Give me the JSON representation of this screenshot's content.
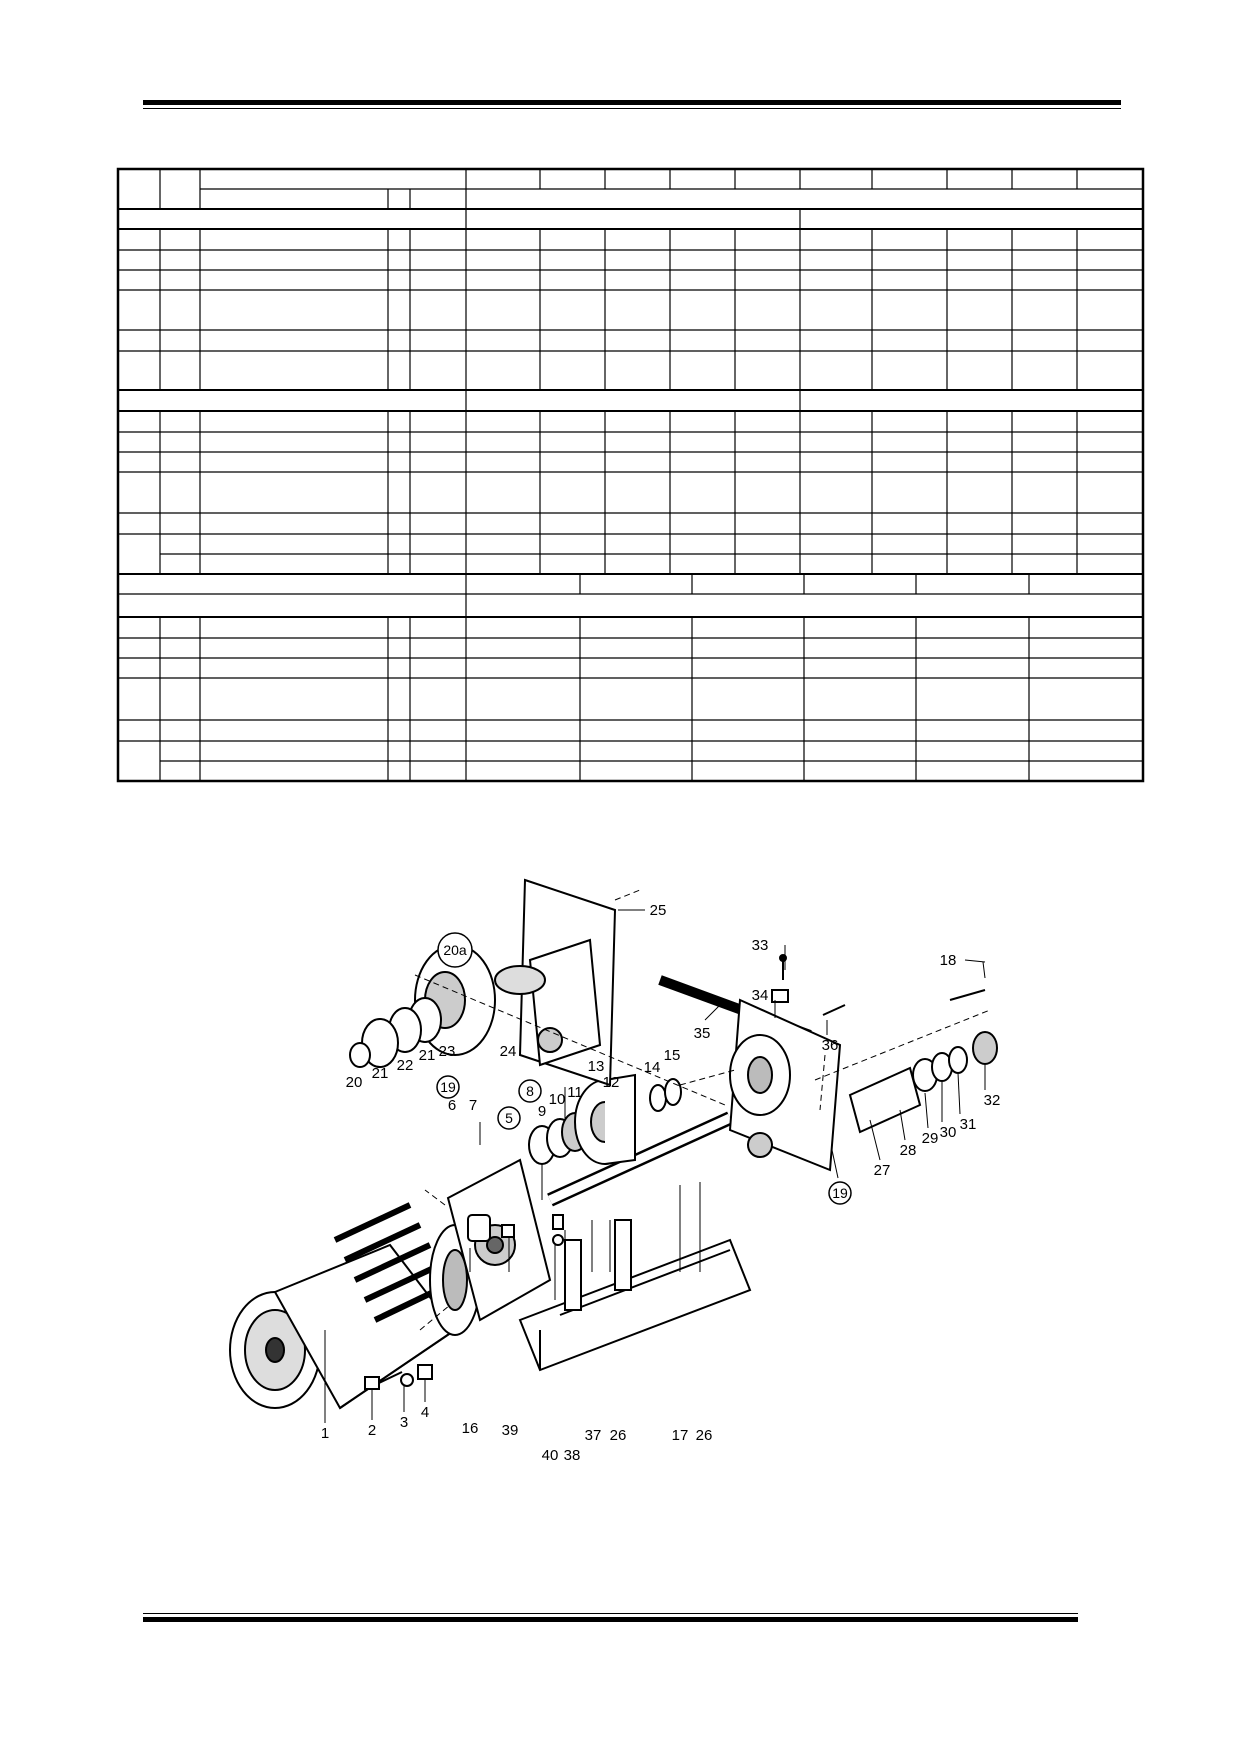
{
  "diagram": {
    "callouts": [
      {
        "id": "c1",
        "label": "1"
      },
      {
        "id": "c2",
        "label": "2"
      },
      {
        "id": "c3",
        "label": "3"
      },
      {
        "id": "c4",
        "label": "4"
      },
      {
        "id": "c6",
        "label": "6"
      },
      {
        "id": "c7",
        "label": "7"
      },
      {
        "id": "c9",
        "label": "9"
      },
      {
        "id": "c10",
        "label": "10"
      },
      {
        "id": "c11",
        "label": "11"
      },
      {
        "id": "c12",
        "label": "12"
      },
      {
        "id": "c13",
        "label": "13"
      },
      {
        "id": "c14",
        "label": "14"
      },
      {
        "id": "c15",
        "label": "15"
      },
      {
        "id": "c16",
        "label": "16"
      },
      {
        "id": "c17",
        "label": "17"
      },
      {
        "id": "c18",
        "label": "18"
      },
      {
        "id": "c20",
        "label": "20"
      },
      {
        "id": "c21a",
        "label": "21"
      },
      {
        "id": "c21b",
        "label": "21"
      },
      {
        "id": "c22",
        "label": "22"
      },
      {
        "id": "c23",
        "label": "23"
      },
      {
        "id": "c24",
        "label": "24"
      },
      {
        "id": "c25",
        "label": "25"
      },
      {
        "id": "c26a",
        "label": "26"
      },
      {
        "id": "c26b",
        "label": "26"
      },
      {
        "id": "c27",
        "label": "27"
      },
      {
        "id": "c28",
        "label": "28"
      },
      {
        "id": "c29",
        "label": "29"
      },
      {
        "id": "c30",
        "label": "30"
      },
      {
        "id": "c31",
        "label": "31"
      },
      {
        "id": "c32",
        "label": "32"
      },
      {
        "id": "c33",
        "label": "33"
      },
      {
        "id": "c34",
        "label": "34"
      },
      {
        "id": "c35",
        "label": "35"
      },
      {
        "id": "c36",
        "label": "36"
      },
      {
        "id": "c37",
        "label": "37"
      },
      {
        "id": "c38",
        "label": "38"
      },
      {
        "id": "c39",
        "label": "39"
      },
      {
        "id": "c40",
        "label": "40"
      }
    ],
    "circled": [
      {
        "id": "k20a",
        "label": "20a"
      },
      {
        "id": "k19a",
        "label": "19"
      },
      {
        "id": "k8",
        "label": "8"
      },
      {
        "id": "k5",
        "label": "5"
      },
      {
        "id": "k19b",
        "label": "19"
      }
    ]
  }
}
